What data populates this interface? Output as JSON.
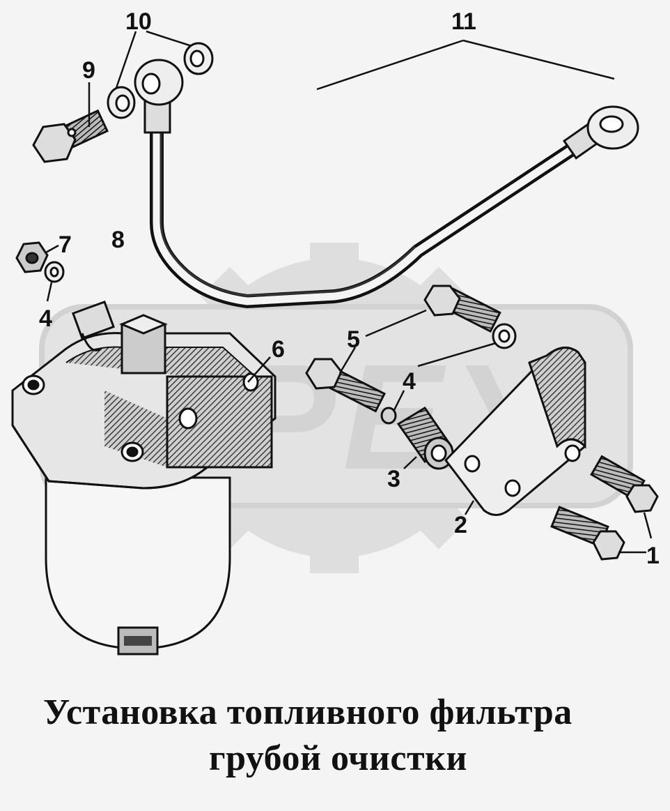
{
  "title": {
    "line1": "Установка топливного фильтра",
    "line2": "грубой очистки"
  },
  "callouts": {
    "c1": "1",
    "c2": "2",
    "c3": "3",
    "c4a": "4",
    "c4b": "4",
    "c5": "5",
    "c6": "6",
    "c7": "7",
    "c8": "8",
    "c9": "9",
    "c10": "10",
    "c11": "11"
  },
  "watermark": {
    "text": "OPEX",
    "color": "#d2d2d2"
  },
  "colors": {
    "ink": "#111111",
    "paper": "#f4f4f4",
    "shade": "#555555"
  }
}
